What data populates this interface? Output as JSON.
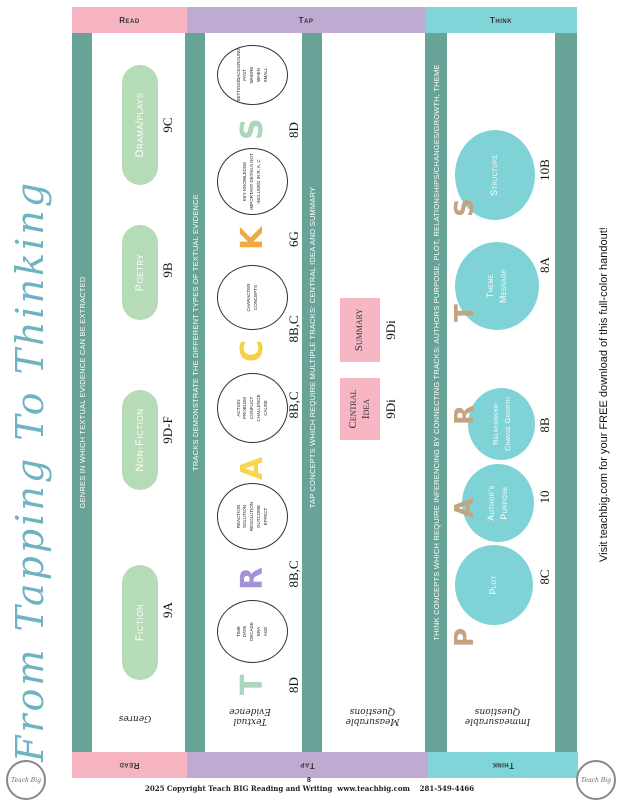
{
  "title": "From Tapping To Thinking",
  "header": {
    "read": "Read",
    "tap": "Tap",
    "think": "Think"
  },
  "footer": {
    "read": "Read",
    "tap": "Tap",
    "think": "Think",
    "page_number": "8",
    "copyright": "2025 Copyright Teach BIG Reading and Writing  www.teachbig.com    281-549-4466"
  },
  "logo_text": "Teach Big",
  "colors": {
    "read": "#f6b3c2",
    "tap": "#bfaad2",
    "think": "#7fd5d8",
    "teal": "#68a397",
    "pill": "#b5dbb7",
    "parts": "#7fd3d6"
  },
  "strips": {
    "genres": "Genres in which textual evidence can be extracted",
    "tracks": "Tracks demonstrate the different types of textual evidence",
    "tap": "Tap concepts which require multiple tracks: central idea and summary",
    "think": "Think concepts which require inferencing by connecting tracks: authors purpose, plot, relationships/changes/growth, theme"
  },
  "genres": [
    {
      "label": "Fiction",
      "code": "9A"
    },
    {
      "label": "Non-Fiction",
      "code": "9D-F"
    },
    {
      "label": "Poetry",
      "code": "9B"
    },
    {
      "label": "Drama/plays",
      "code": "9C"
    }
  ],
  "tracks": [
    {
      "letter": "T",
      "code": "8D",
      "lines": [
        "Time",
        "Date",
        "Decade",
        "Era",
        "Age"
      ]
    },
    {
      "letter": "R",
      "code": "8B,C",
      "lines": [
        "Reaction",
        "Solution",
        "Resolution",
        "Outcome",
        "Effect"
      ]
    },
    {
      "letter": "A",
      "code": "8B,C",
      "lines": [
        "Action",
        "Problem",
        "Conflict",
        "Challenge",
        "Cause"
      ]
    },
    {
      "letter": "C",
      "code": "8B,C",
      "lines": [
        "Character",
        "Concepts"
      ]
    },
    {
      "letter": "K",
      "code": "6G",
      "lines": [
        "Key knowledge",
        "important details not",
        "included in R, A, C"
      ]
    },
    {
      "letter": "S",
      "code": "8D",
      "lines": [
        "Setting/Background",
        "Past",
        "Where",
        "When",
        "Small"
      ]
    }
  ],
  "tap_concepts": [
    {
      "label": "Central Idea",
      "code": "9Di"
    },
    {
      "label": "Summary",
      "code": "9Di"
    }
  ],
  "parts": [
    {
      "letter": "P",
      "label": "Plot",
      "code": "8C"
    },
    {
      "letter": "A",
      "label": "Author's Purpose",
      "code": "10"
    },
    {
      "letter": "R",
      "label": "Relationship Change Growth",
      "code": "8B"
    },
    {
      "letter": "T",
      "label": "Theme Message",
      "code": "8A"
    },
    {
      "letter": "S",
      "label": "Structure",
      "code": "10B"
    }
  ],
  "hand_labels": {
    "genres": "Genres",
    "tracks": "Textual Evidence",
    "tap": "Measurable Questions",
    "think": "Immeasurable Questions"
  },
  "visit": "Visit teachbig.com for your FREE download of this full-color handout!"
}
